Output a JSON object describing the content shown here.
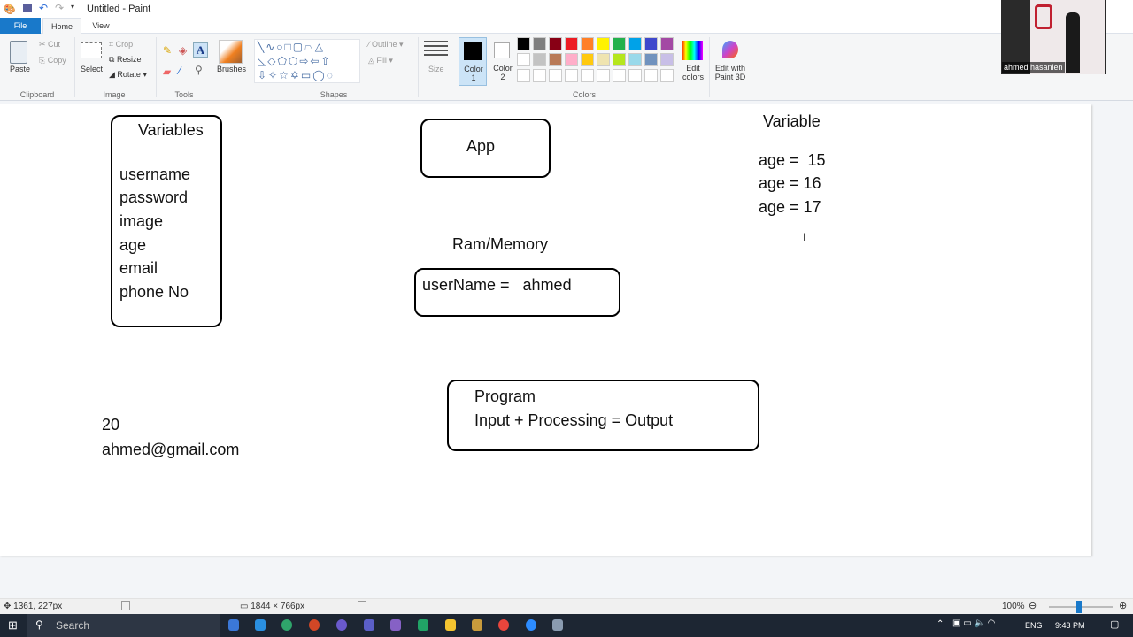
{
  "window": {
    "title": "Untitled - Paint"
  },
  "tabs": [
    {
      "label": "File"
    },
    {
      "label": "Home"
    },
    {
      "label": "View"
    }
  ],
  "ribbon": {
    "clipboard": {
      "group": "Clipboard",
      "paste": "Paste",
      "cut": "Cut",
      "copy": "Copy"
    },
    "image": {
      "group": "Image",
      "select": "Select",
      "crop": "Crop",
      "resize": "Resize",
      "rotate": "Rotate"
    },
    "tools": {
      "group": "Tools"
    },
    "brushes": "Brushes",
    "shapes": {
      "group": "Shapes",
      "outline": "Outline",
      "fill": "Fill"
    },
    "size": "Size",
    "color1": "Color 1",
    "color2": "Color 2",
    "colors": {
      "group": "Colors",
      "edit": "Edit colors",
      "row1": [
        "#000000",
        "#7f7f7f",
        "#880015",
        "#ed1c24",
        "#ff7f27",
        "#fff200",
        "#22b14c",
        "#00a2e8",
        "#3f48cc",
        "#a349a4"
      ],
      "row2": [
        "#ffffff",
        "#c3c3c3",
        "#b97a57",
        "#ffaec9",
        "#ffc90e",
        "#efe4b0",
        "#b5e61d",
        "#99d9ea",
        "#7092be",
        "#c8bfe7"
      ]
    },
    "paint3d": "Edit with Paint 3D"
  },
  "webcam": {
    "name": "ahmed hasanien"
  },
  "canvas": {
    "variables_box": {
      "title": "Variables",
      "items": [
        "username",
        "password",
        "image",
        "age",
        "email",
        "phone No"
      ]
    },
    "app_box": "App",
    "ram_label": "Ram/Memory",
    "ram_box": "userName =   ahmed",
    "program_box": {
      "line1": "Program",
      "line2": "Input + Processing = Output"
    },
    "variable_title": "Variable",
    "ages": [
      "age =  15",
      "age = 16",
      "age = 17"
    ],
    "number": "20",
    "email": "ahmed@gmail.com"
  },
  "status": {
    "cursor": "1361, 227px",
    "size": "1844 × 766px",
    "zoom": "100%"
  },
  "taskbar": {
    "search": "Search",
    "lang": "ENG",
    "time": "9:43 PM"
  }
}
